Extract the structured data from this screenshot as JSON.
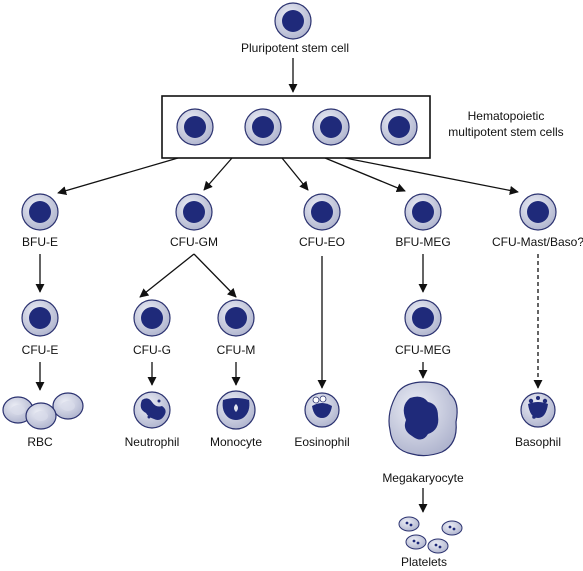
{
  "colors": {
    "cell_fill": "#c9ccde",
    "cell_stroke": "#2b3270",
    "nucleus": "#1f2a7a",
    "line": "#111111"
  },
  "labels": {
    "pluripotent": "Pluripotent stem cell",
    "hematopoietic_line1": "Hematopoietic",
    "hematopoietic_line2": "multipotent stem cells",
    "bfu_e": "BFU-E",
    "cfu_gm": "CFU-GM",
    "cfu_eo": "CFU-EO",
    "bfu_meg": "BFU-MEG",
    "cfu_mast_baso": "CFU-Mast/Baso?",
    "cfu_e": "CFU-E",
    "cfu_g": "CFU-G",
    "cfu_m": "CFU-M",
    "cfu_meg": "CFU-MEG",
    "rbc": "RBC",
    "neutrophil": "Neutrophil",
    "monocyte": "Monocyte",
    "eosinophil": "Eosinophil",
    "megakaryocyte": "Megakaryocyte",
    "basophil": "Basophil",
    "platelets": "Platelets"
  }
}
